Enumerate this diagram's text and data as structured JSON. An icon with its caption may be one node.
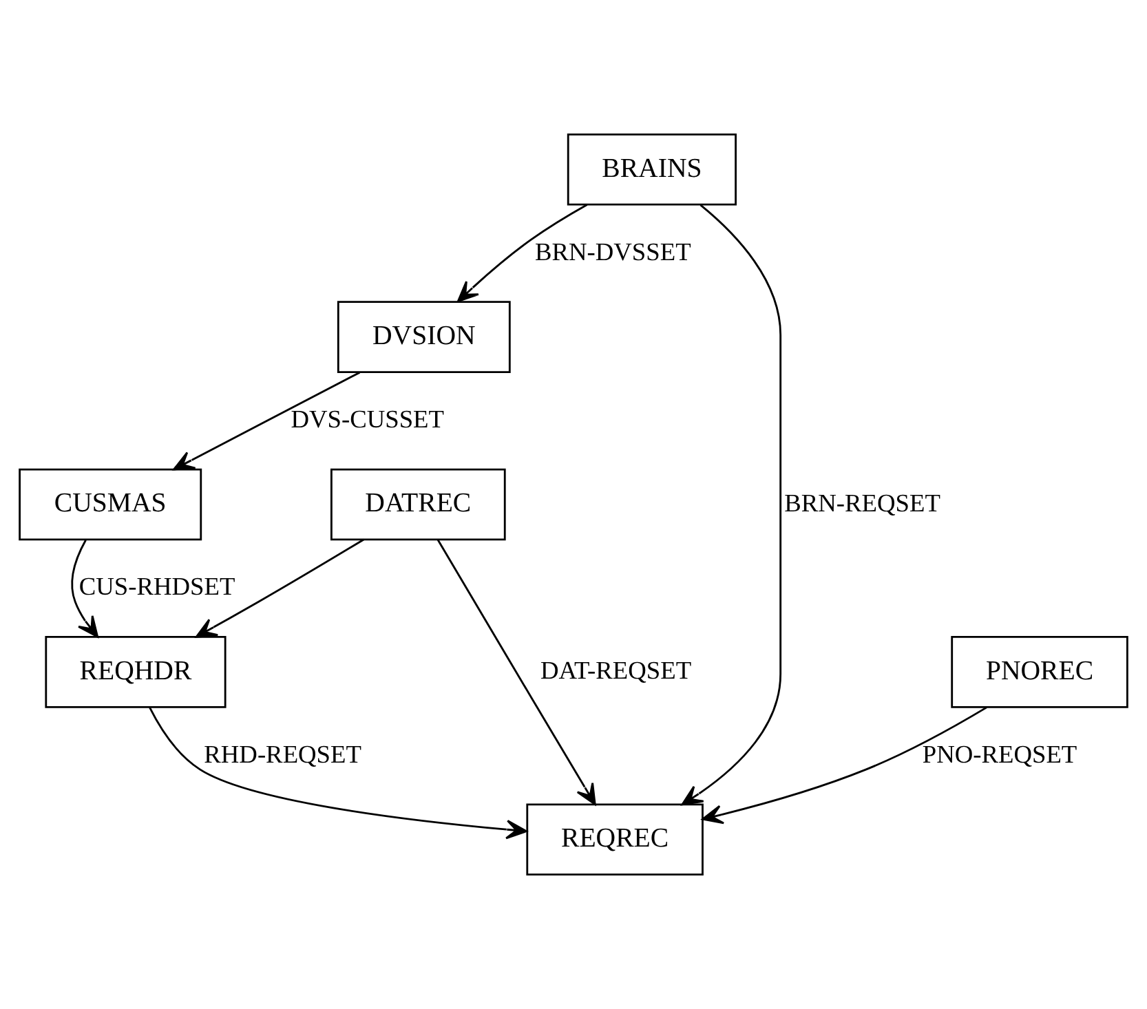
{
  "diagram": {
    "nodes": [
      {
        "text": [
          "BRAINS"
        ]
      },
      {
        "text": [
          "DVSION"
        ]
      },
      {
        "text": [
          "CUSMAS"
        ]
      },
      {
        "text": [
          "DATREC"
        ]
      },
      {
        "text": [
          "REQHDR"
        ]
      },
      {
        "text": [
          "PNOREC"
        ]
      },
      {
        "text": [
          "REQREC"
        ]
      }
    ],
    "edges": [
      {
        "from": 0,
        "to": 1,
        "arrow": "to",
        "label": "BRN-DVSSET"
      },
      {
        "from": 1,
        "to": 2,
        "arrow": "to",
        "label": "DVS-CUSSET"
      },
      {
        "from": 2,
        "to": 4,
        "arrow": "to",
        "label": "CUS-RHDSET"
      },
      {
        "from": 3,
        "to": 4,
        "arrow": "to"
      },
      {
        "from": 3,
        "to": 6,
        "arrow": "to",
        "label": "DAT-REQSET"
      },
      {
        "from": 4,
        "to": 6,
        "arrow": "to",
        "label": "RHD-REQSET"
      },
      {
        "from": 0,
        "to": 6,
        "arrow": "to",
        "label": "BRN-REQSET"
      },
      {
        "from": 5,
        "to": 6,
        "arrow": "to",
        "label": "PNO-REQSET"
      }
    ]
  }
}
